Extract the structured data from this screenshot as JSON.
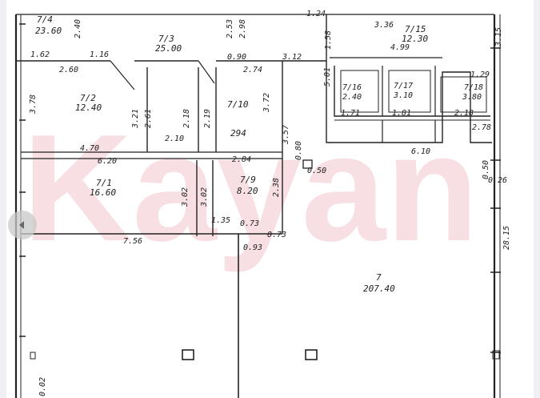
{
  "watermark": {
    "text": "Kayan"
  },
  "rooms": [
    {
      "id": "7/4",
      "area": "23.60"
    },
    {
      "id": "7/3",
      "area": "25.00"
    },
    {
      "id": "7/15",
      "area": "12.30"
    },
    {
      "id": "7/2",
      "area": "12.40"
    },
    {
      "id": "7/10",
      "area": "294"
    },
    {
      "id": "7/16",
      "area": "2.40"
    },
    {
      "id": "7/17",
      "area": "3.10"
    },
    {
      "id": "7/18",
      "area": "3.80"
    },
    {
      "id": "7/1",
      "area": "16.60"
    },
    {
      "id": "7/9",
      "area": "8.20"
    },
    {
      "id": "7",
      "area": "207.40"
    }
  ],
  "dims": {
    "d1": "2.40",
    "d2": "2.53",
    "d3": "2.98",
    "d4": "1.24",
    "d5": "3.36",
    "d6": "3.15",
    "d7": "1.62",
    "d8": "1.16",
    "d9": "1.58",
    "d10": "4.99",
    "d11": "0.90",
    "d12": "3.12",
    "d13": "2.60",
    "d14": "2.74",
    "d15": "5.01",
    "d16": "1.29",
    "d17": "3.78",
    "d18": "3.21",
    "d19": "2.61",
    "d20": "2.18",
    "d21": "2.19",
    "d22": "3.72",
    "d23": "1.71",
    "d24": "1.81",
    "d25": "2.18",
    "d26": "2.10",
    "d27": "3.57",
    "d28": "2.78",
    "d29": "4.70",
    "d30": "6.20",
    "d31": "2.84",
    "d32": "0.80",
    "d33": "0.50",
    "d34": "6.10",
    "d35": "0.50",
    "d36": "0.26",
    "d37": "3.02",
    "d38": "3.02",
    "d39": "2.38",
    "d40": "1.35",
    "d41": "0.73",
    "d42": "0.73",
    "d43": "0.93",
    "d44": "7.56",
    "d45": "28.15",
    "d46": "0.02"
  }
}
